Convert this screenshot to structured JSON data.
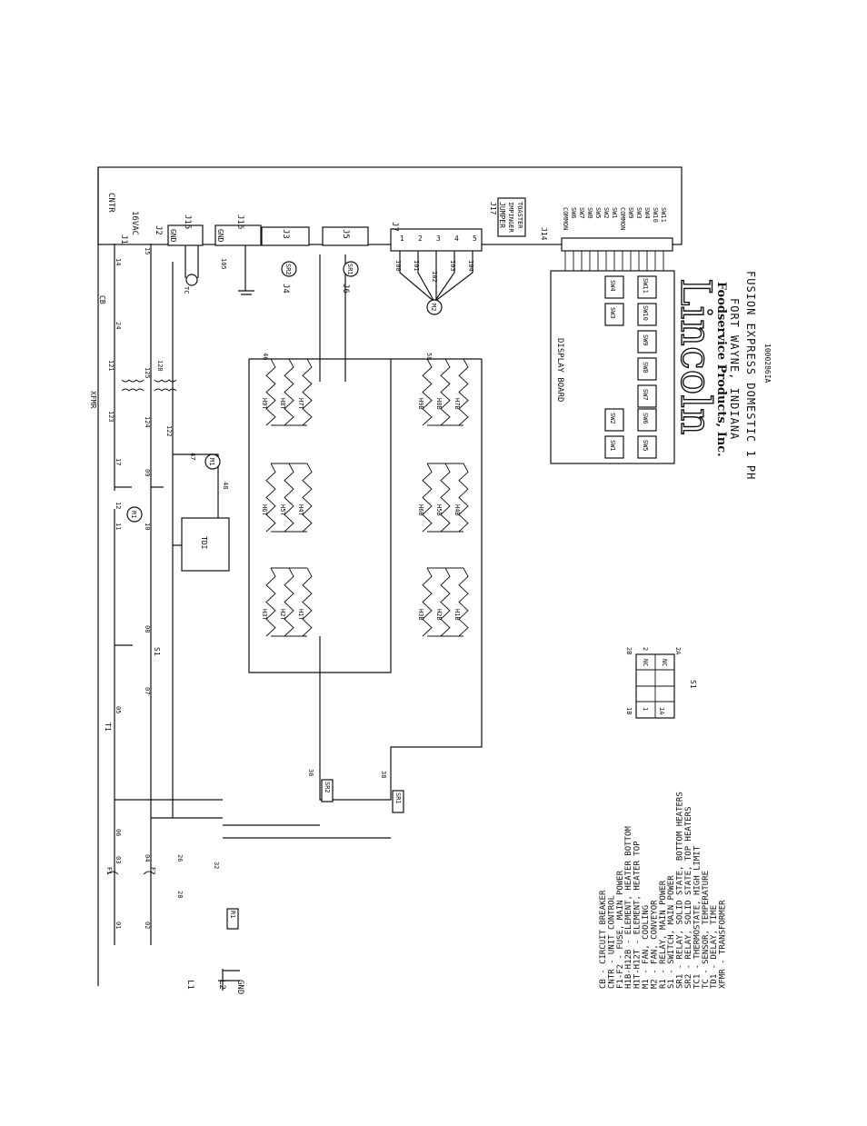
{
  "board": {
    "cntr": "CNTR",
    "v16": "16VAC",
    "j1": "J1",
    "j2": "J2",
    "j3": "J3",
    "j4": "J4",
    "j5": "J5",
    "j6": "J6",
    "j7": "J7",
    "j14": "J14",
    "j15": "J15",
    "j16": "J16",
    "j17": "J17",
    "gnd": "GND",
    "jumper": "JUMPER",
    "impinger": "IMPINGER",
    "toaster": "TOASTER",
    "j14_pins": [
      "COMMON",
      "SW6",
      "SW7",
      "SW8",
      "SW5",
      "SW2",
      "SW1",
      "COMMON",
      "SW9",
      "SW3",
      "SW4",
      "SW10",
      "SW11"
    ],
    "j7_pins": [
      "1",
      "2",
      "3",
      "4",
      "5"
    ]
  },
  "display": {
    "title": "DISPLAY BOARD",
    "row1": [
      "SW1",
      "SW2",
      "SW3",
      "SW4"
    ],
    "row2": [
      "SW5",
      "SW6",
      "SW7",
      "SW8",
      "SW9",
      "SW10",
      "SW11"
    ]
  },
  "components": {
    "xfmr": "XFMR",
    "cb": "CB",
    "tdi": "TDI",
    "r1": "R1",
    "m1": "M1",
    "m2": "M2",
    "sr1": "SR1",
    "sr2": "SR2",
    "tc": "TC",
    "t1": "T1",
    "s1": "S1",
    "f1": "F1",
    "f2": "F2",
    "top_heaters": [
      "H1T",
      "H2T",
      "H3T",
      "H4T",
      "H5T",
      "H6T",
      "H7T",
      "H8T",
      "H9T"
    ],
    "bottom_heaters": [
      "H1B",
      "H2B",
      "H3B",
      "H4B",
      "H5B",
      "H6B",
      "H7B",
      "H8B",
      "H9B"
    ]
  },
  "lines": {
    "l1": "L1",
    "l2": "L2",
    "gnd": "GND"
  },
  "wire_numbers": {
    "a01": "01",
    "a02": "02",
    "a03": "03",
    "a04": "04",
    "a05": "05",
    "a06": "06",
    "a07": "07",
    "a08": "08",
    "a09": "09",
    "a10": "10",
    "a11": "11",
    "a12": "12",
    "a14": "14",
    "a15": "15",
    "a17": "17",
    "a24": "24",
    "a26": "26",
    "a28": "28",
    "a32": "32",
    "a36": "36",
    "a38": "38",
    "a46": "46",
    "a58": "58",
    "a100": "100",
    "a101": "101",
    "a102": "102",
    "a103": "103",
    "a104": "104",
    "a105": "105",
    "a120": "120",
    "a121": "121",
    "a122": "122",
    "a123": "123",
    "a124": "124",
    "a125": "125",
    "a47": "47",
    "a48": "48"
  },
  "s1_table": {
    "heads": [
      "1B",
      "NC",
      "NC",
      "2B"
    ],
    "left": [
      "1B",
      "1",
      "1A"
    ],
    "right": [
      "2B",
      "2",
      "2A"
    ],
    "caption": "S1"
  },
  "legend": [
    "CB - CIRCUIT BREAKER",
    "CNTR - UNIT CONTROL",
    "F1-F2 - FUSE, MAIN POWER",
    "H1B-H12B - ELEMENT, HEATER BOTTOM",
    "H1T-H12T - ELEMENT, HEATER TOP",
    "M1 - FAN, COOLING",
    "M2 - FAN, CONVEYOR",
    "R1 - RELAY, MAIN POWER",
    "S1 - SWITCH, MAIN POWER",
    "SR1 - RELAY, SOLID STATE, BOTTOM HEATERS",
    "SR2 - RELAY, SOLID STATE, TOP HEATERS",
    "TC1 - THERMOSTATE, HIGH LIMIT",
    "TC - SENSOR, TEMPERATURE",
    "TD1 - DELAY, TIME",
    "XFMR - TRANSFORMER"
  ],
  "brand": {
    "logo": "Lincoln",
    "sub": "Foodservice Products, Inc.",
    "city": "FORT WAYNE, INDIANA",
    "model": "FUSION EXPRESS DOMESTIC 1 PH",
    "doc": "1000286IA"
  }
}
